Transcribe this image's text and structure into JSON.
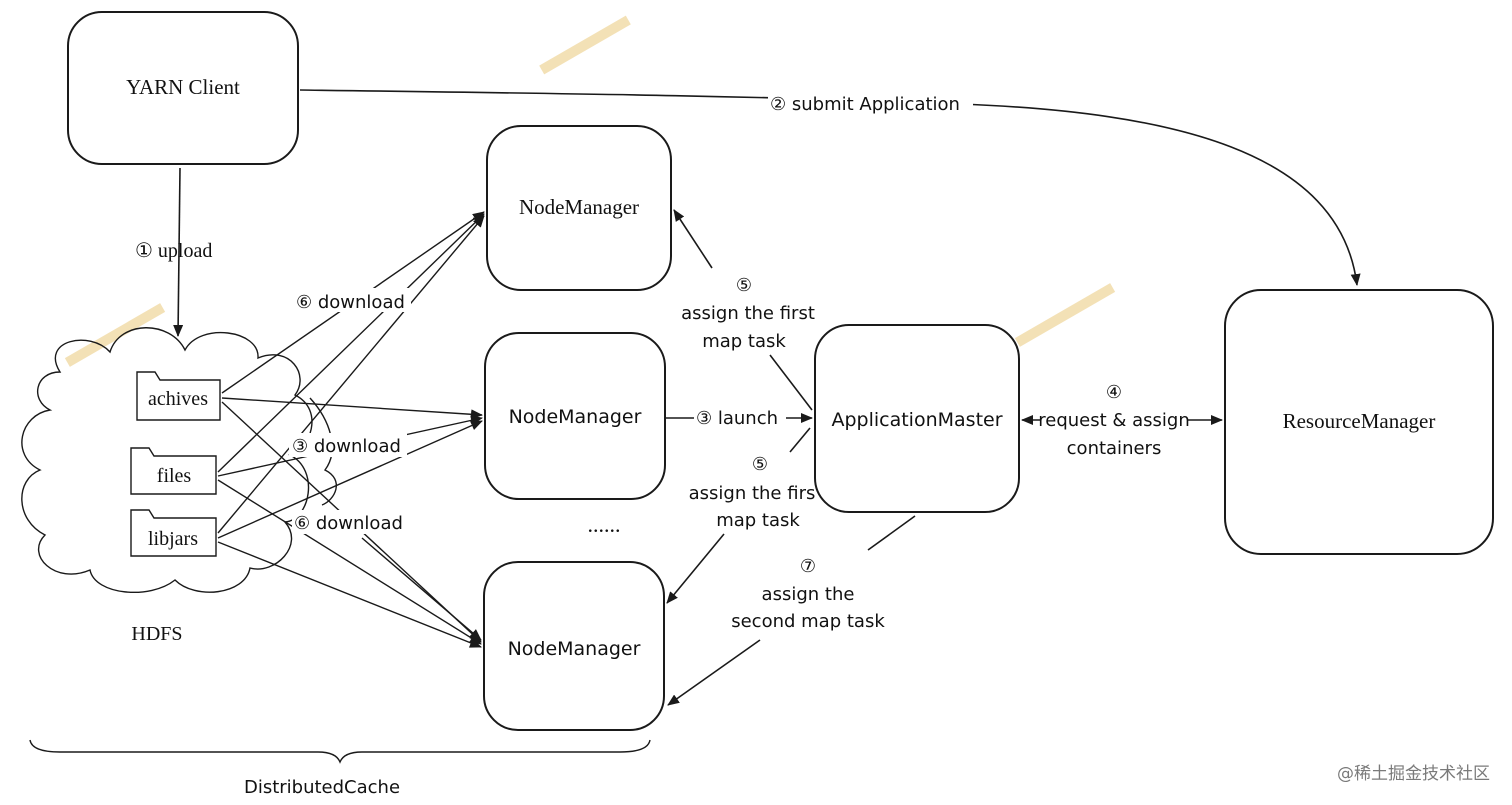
{
  "nodes": {
    "yarn_client": "YARN Client",
    "node_manager_1": "NodeManager",
    "node_manager_2": "NodeManager",
    "node_manager_3": "NodeManager",
    "application_master": "ApplicationMaster",
    "resource_manager": "ResourceManager",
    "ellipsis": "......"
  },
  "hdfs": {
    "label": "HDFS",
    "folders": [
      "achives",
      "files",
      "libjars"
    ]
  },
  "edges": {
    "upload": "① upload",
    "submit": "② submit Application",
    "launch": "③ launch",
    "download3": "③ download",
    "request_num": "④",
    "request_1": "request & assign",
    "request_2": "containers",
    "assign_first_top_num": "⑤",
    "assign_first_top_1": "assign the first",
    "assign_first_top_2": "map task",
    "assign_first_bot_num": "⑤",
    "assign_first_bot_1": "assign the firs",
    "assign_first_bot_2": "map task",
    "download6_top": "⑥ download",
    "download6_bot": "⑥ download",
    "assign_second_num": "⑦",
    "assign_second_1": "assign the",
    "assign_second_2": "second map task"
  },
  "footer": {
    "distributed_cache": "DistributedCache",
    "watermark": "@稀土掘金技术社区"
  }
}
